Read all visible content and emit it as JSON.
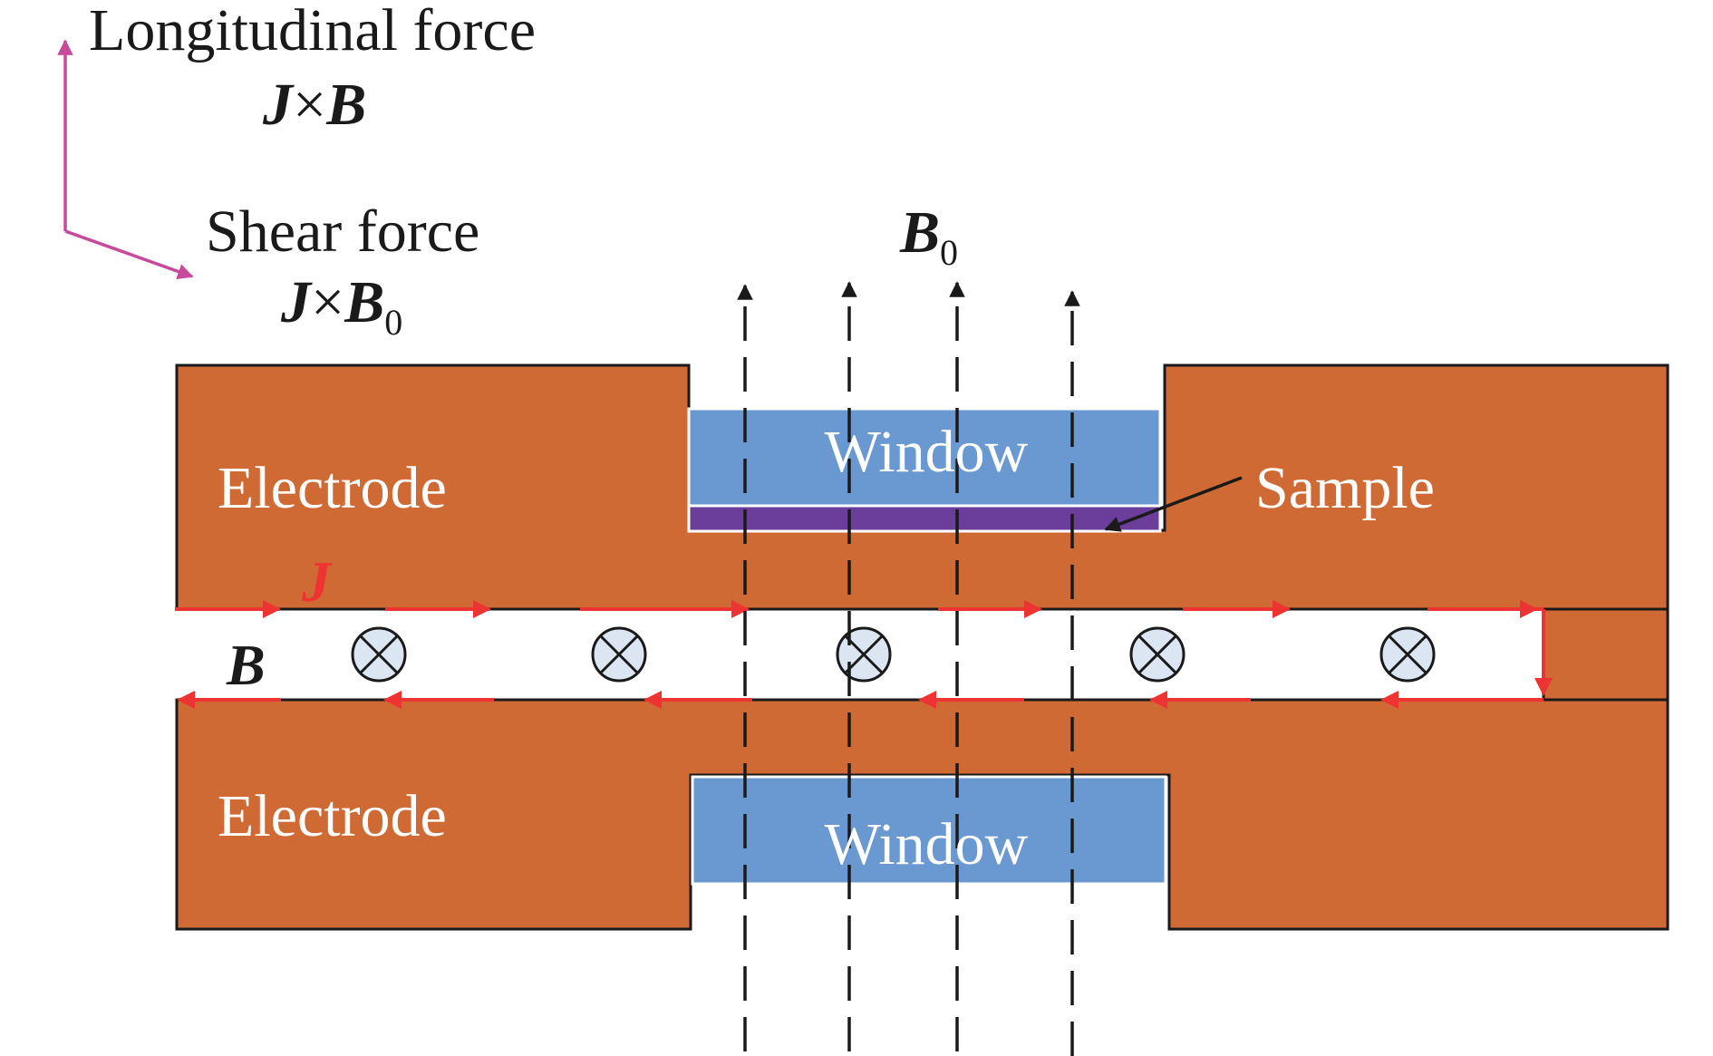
{
  "labels": {
    "longitudinal_force": "Longitudinal force",
    "longitudinal_formula_j": "J",
    "longitudinal_formula_times": "×",
    "longitudinal_formula_b": "B",
    "shear_force": "Shear force",
    "shear_formula_j": "J",
    "shear_formula_times": "×",
    "shear_formula_b": "B",
    "shear_formula_sub": "0",
    "b0_main": "B",
    "b0_sub": "0",
    "electrode_top": "Electrode",
    "electrode_bottom": "Electrode",
    "window_top": "Window",
    "window_bottom": "Window",
    "sample": "Sample",
    "current": "J",
    "field": "B"
  },
  "colors": {
    "electrode": "#d06a35",
    "window": "#6a98d0",
    "sample": "#6a3e9a",
    "current_arrow": "#ee3333",
    "force_arrow": "#c84a9a",
    "field_line": "#1a1a1a",
    "field_symbol_fill": "#dce6f2"
  },
  "icons": {
    "field_into_page": "circle-cross-icon"
  }
}
